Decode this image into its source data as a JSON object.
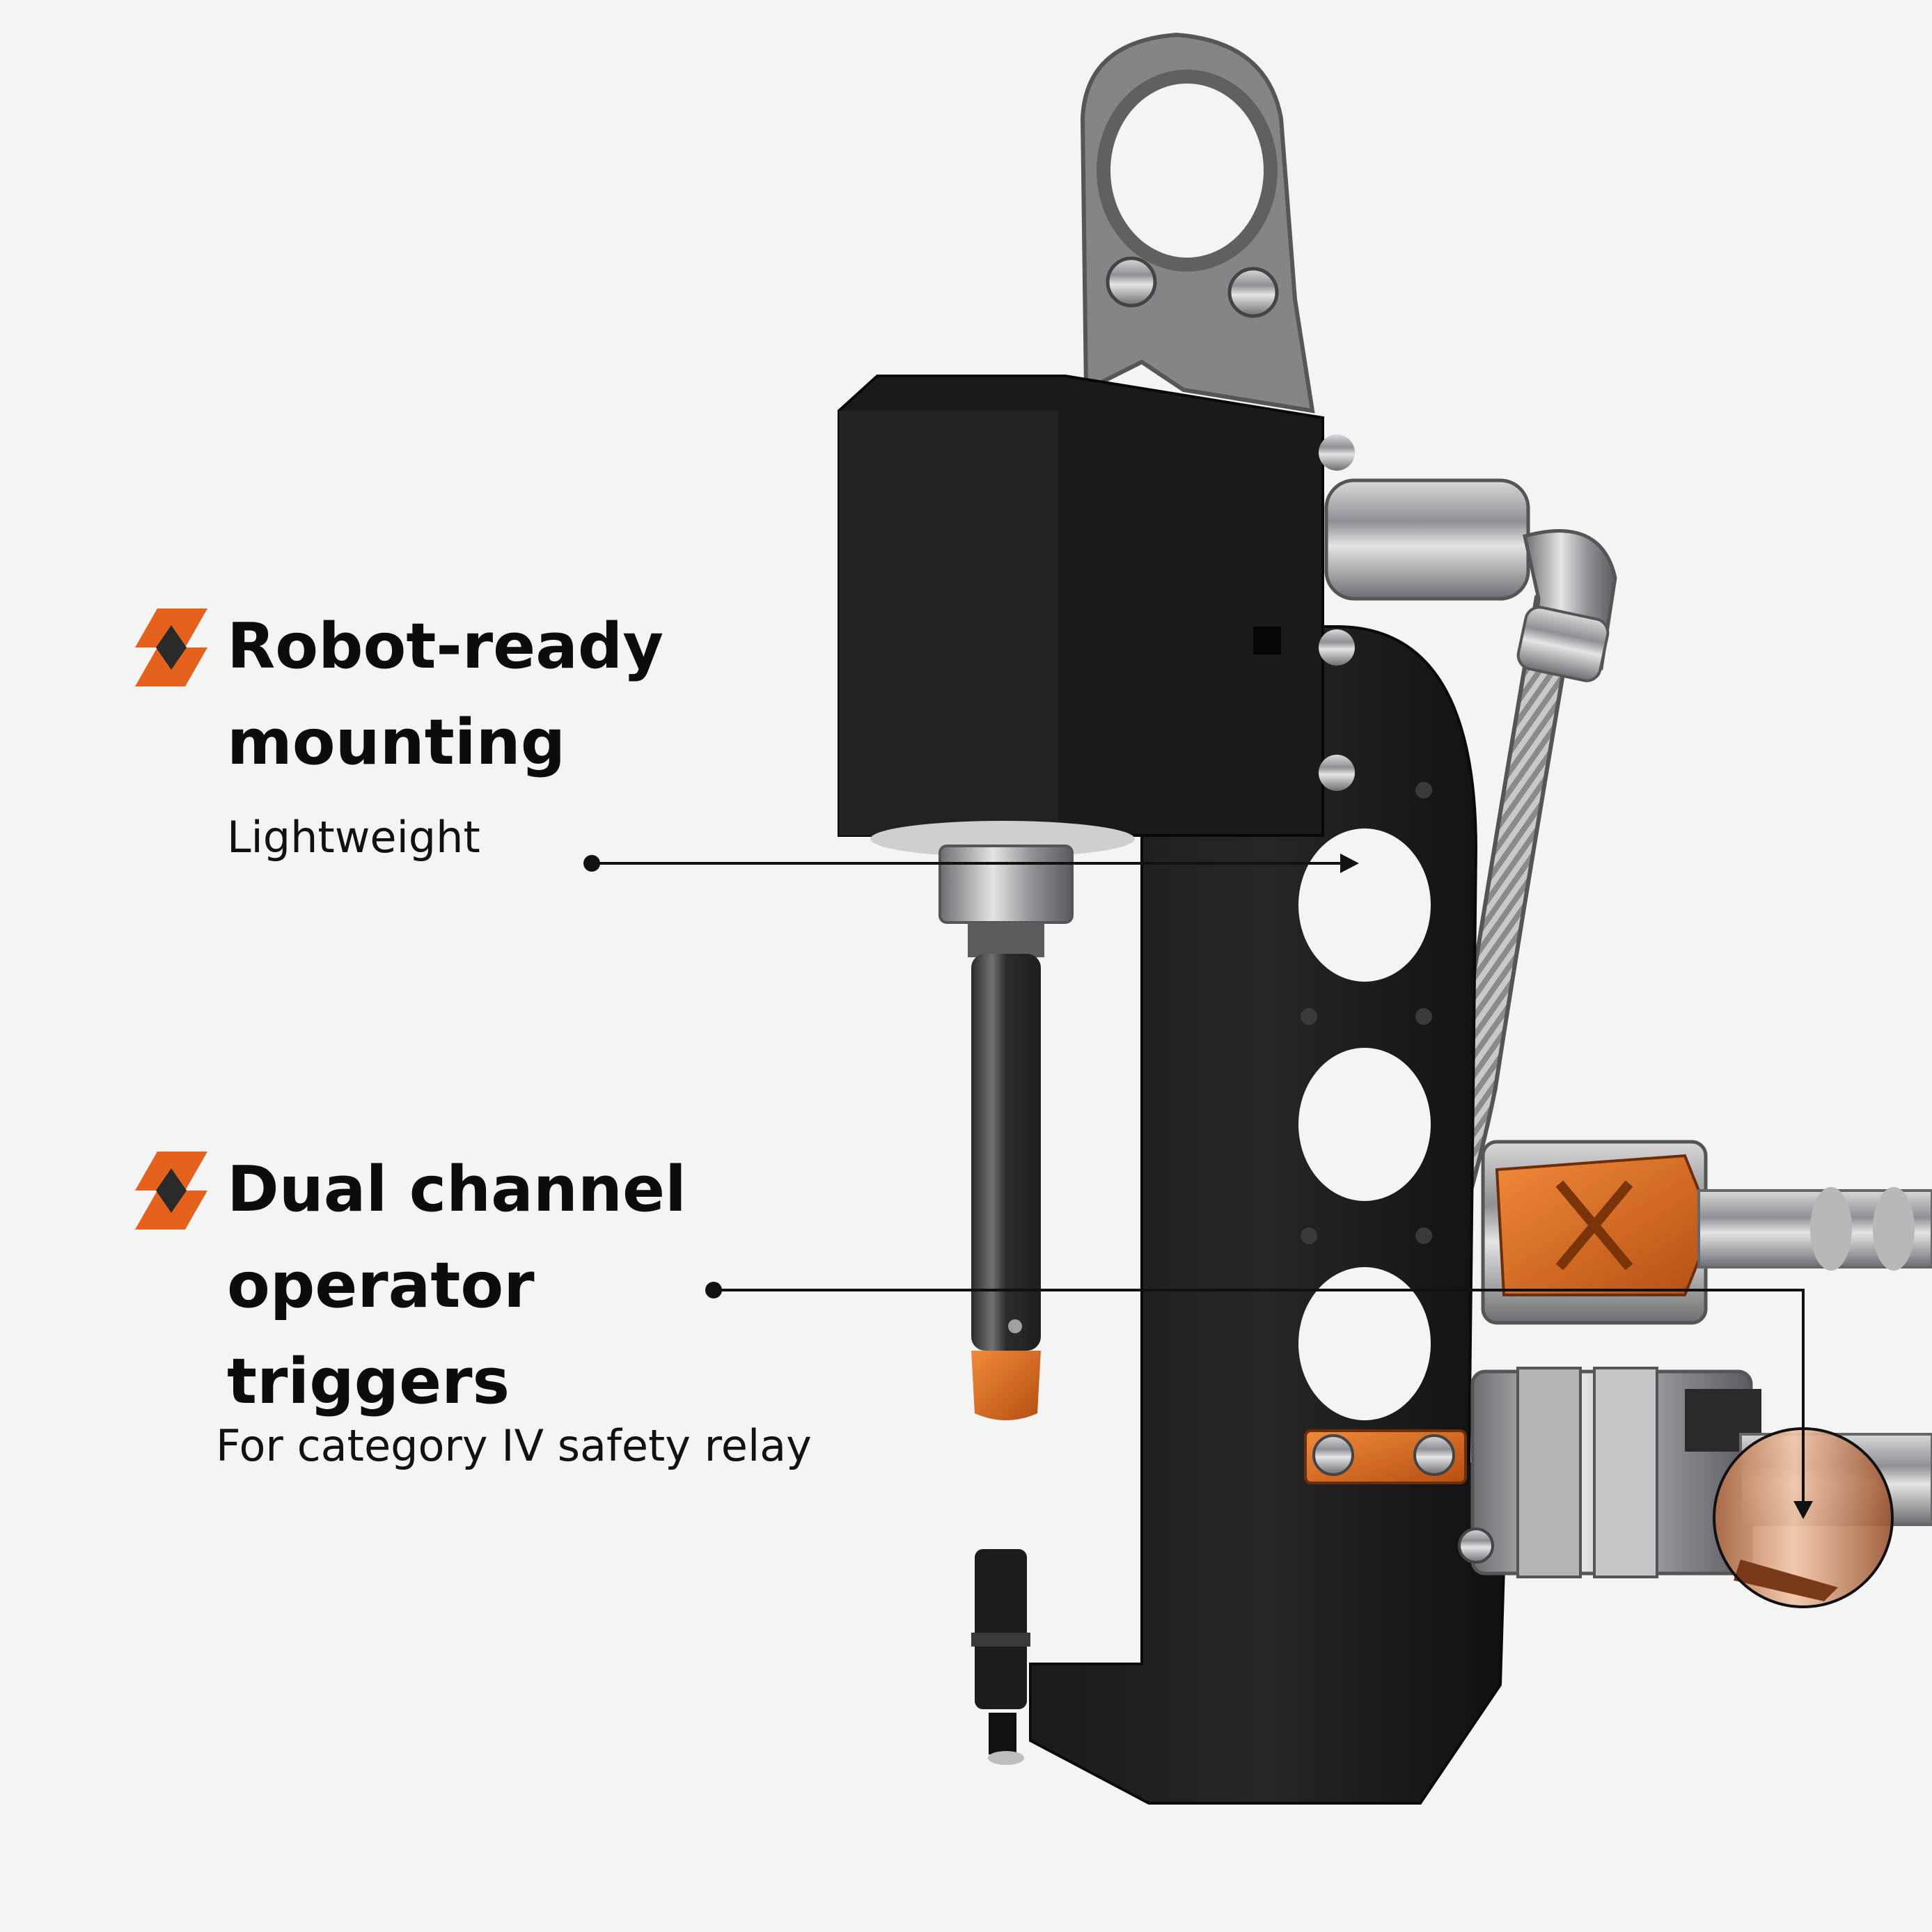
{
  "features": [
    {
      "title_lines": [
        "Robot-ready",
        "mounting"
      ],
      "subtitle": "Lightweight",
      "icon": "orange-diamond-logo-icon"
    },
    {
      "title_lines": [
        "Dual channel",
        "operator",
        "triggers"
      ],
      "subtitle": "For category IV safety relay",
      "icon": "orange-diamond-logo-icon"
    }
  ],
  "colors": {
    "background": "#f4f4f4",
    "accent_orange": "#e5621c",
    "text": "#0c0c0c",
    "bracket_black": "#161616",
    "steel": "#9a9a9e"
  },
  "image": {
    "subject": "robot-mounted-tool-bracket-render"
  }
}
